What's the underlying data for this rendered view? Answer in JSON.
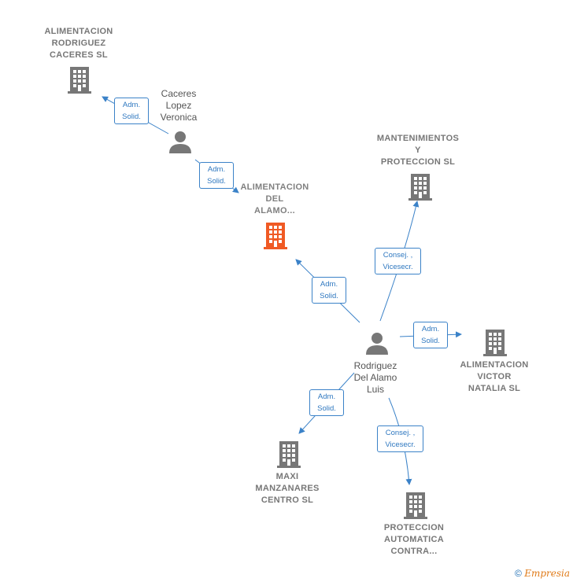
{
  "companies": {
    "alimentacion_rodriguez": {
      "label": "ALIMENTACION\nRODRIGUEZ\nCACERES  SL",
      "color": "#777777"
    },
    "alimentacion_del_alamo": {
      "label": "ALIMENTACION\nDEL\nALAMO...",
      "color": "#f05a24"
    },
    "mantenimientos": {
      "label": "MANTENIMIENTOS\nY\nPROTECCION SL",
      "color": "#777777"
    },
    "alimentacion_victor": {
      "label": "ALIMENTACION\nVICTOR\nNATALIA  SL",
      "color": "#777777"
    },
    "maxi_manzanares": {
      "label": "MAXI\nMANZANARES\nCENTRO  SL",
      "color": "#777777"
    },
    "proteccion_automatica": {
      "label": "PROTECCION\nAUTOMATICA\nCONTRA...",
      "color": "#777777"
    }
  },
  "persons": {
    "caceres": {
      "label": "Caceres\nLopez\nVeronica"
    },
    "rodriguez": {
      "label": "Rodriguez\nDel Alamo\nLuis"
    }
  },
  "roles": {
    "r1": "Adm.\nSolid.",
    "r2": "Adm.\nSolid.",
    "r3": "Adm.\nSolid.",
    "r4": "Consej. ,\nVicesecr.",
    "r5": "Adm.\nSolid.",
    "r6": "Adm.\nSolid.",
    "r7": "Consej. ,\nVicesecr."
  },
  "footer": {
    "copyright": "©",
    "brand": "Empresia"
  },
  "colors": {
    "edge": "#3b82c8",
    "icon_gray": "#777777",
    "focus": "#f05a24"
  }
}
